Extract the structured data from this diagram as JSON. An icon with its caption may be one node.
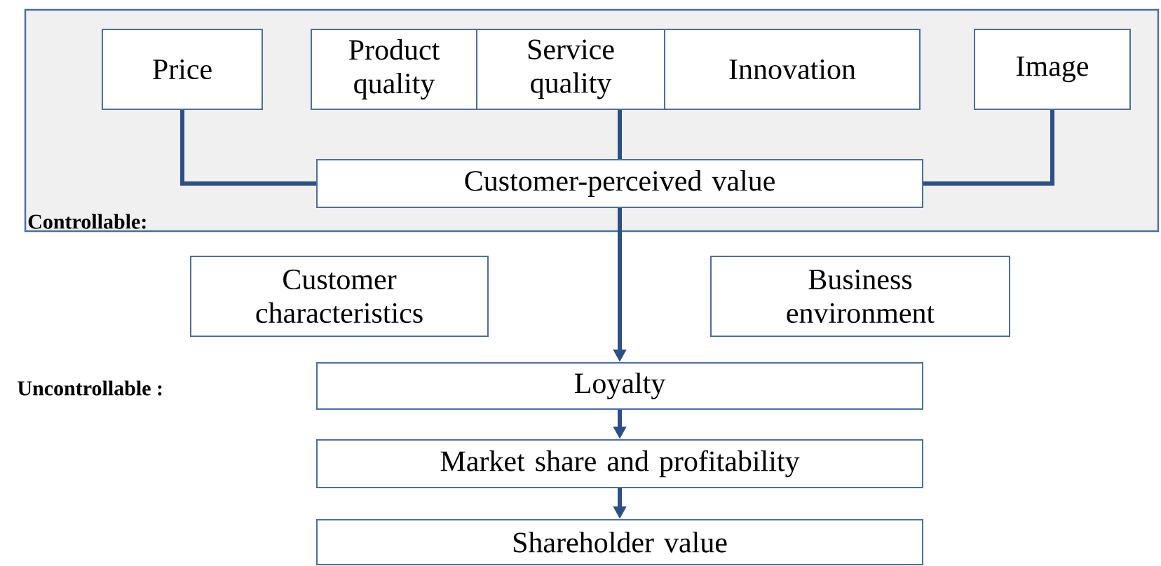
{
  "diagram": {
    "nodes": [
      {
        "text": [
          "Controllable:"
        ]
      },
      {
        "text": [
          "Price"
        ],
        "in": 0
      },
      {
        "text": [
          "Product quality"
        ],
        "in": 0
      },
      {
        "text": [
          "Service quality"
        ],
        "in": 0
      },
      {
        "text": [
          "Innovation"
        ],
        "in": 0
      },
      {
        "text": [
          "Image"
        ],
        "in": 0
      },
      {
        "text": [
          "Customer-perceived value"
        ],
        "in": 0
      },
      {
        "text": [
          "Customer characteristics"
        ]
      },
      {
        "text": [
          "Business environment"
        ]
      },
      {
        "text": [
          "Loyalty"
        ]
      },
      {
        "text": [
          "Market share and profitability"
        ]
      },
      {
        "text": [
          "Shareholder value"
        ]
      }
    ],
    "edges": [
      {
        "from": 1,
        "to": 6,
        "arrow": "none"
      },
      {
        "from": 3,
        "to": 6,
        "arrow": "none"
      },
      {
        "from": 5,
        "to": 6,
        "arrow": "none"
      },
      {
        "from": 6,
        "to": 9,
        "arrow": "to"
      },
      {
        "from": 9,
        "to": 10,
        "arrow": "to"
      },
      {
        "from": 10,
        "to": 11,
        "arrow": "to"
      }
    ],
    "labels": [
      "Uncontrollable :"
    ]
  }
}
